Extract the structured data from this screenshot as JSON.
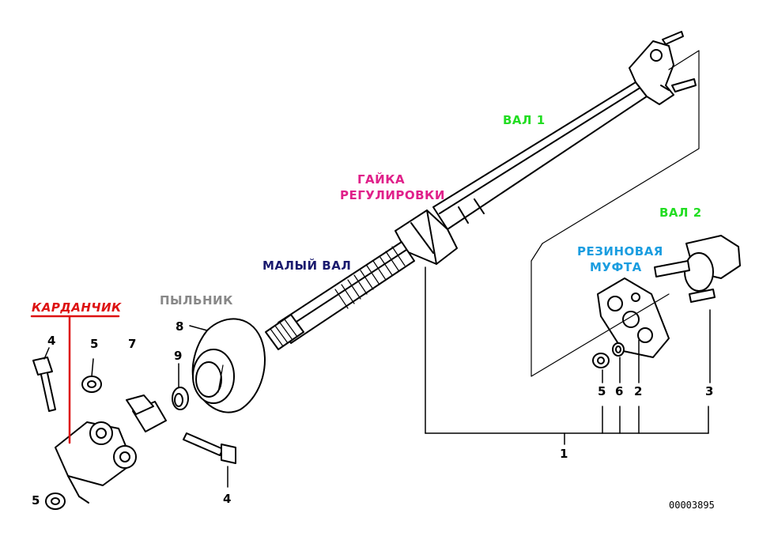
{
  "labels": {
    "val1": "ВАЛ 1",
    "val2": "ВАЛ 2",
    "gayka": [
      "ГАЙКА",
      "РЕГУЛИРОВКИ"
    ],
    "malyi_val": "МАЛЫЙ ВАЛ",
    "rezinovaya_mufta": [
      "РЕЗИНОВАЯ",
      "МУФТА"
    ],
    "pylnik": "ПЫЛЬНИК",
    "kardanchik": "КАРДАНЧИК"
  },
  "part_numbers": {
    "p4_top": "4",
    "p5_top": "5",
    "p7": "7",
    "p8": "8",
    "p9": "9",
    "p5_bottom": "5",
    "p4_bottom": "4",
    "p5_right": "5",
    "p6": "6",
    "p2": "2",
    "p3": "3",
    "p1": "1"
  },
  "catalog_number": "00003895",
  "colors": {
    "val1": "#22dd22",
    "val2": "#22dd22",
    "gayka": "#e0208a",
    "malyi_val": "#1a1a6e",
    "rezinovaya_mufta": "#1a9de0",
    "pylnik": "#888888",
    "kardanchik": "#dd1111",
    "lines": "#000000"
  }
}
